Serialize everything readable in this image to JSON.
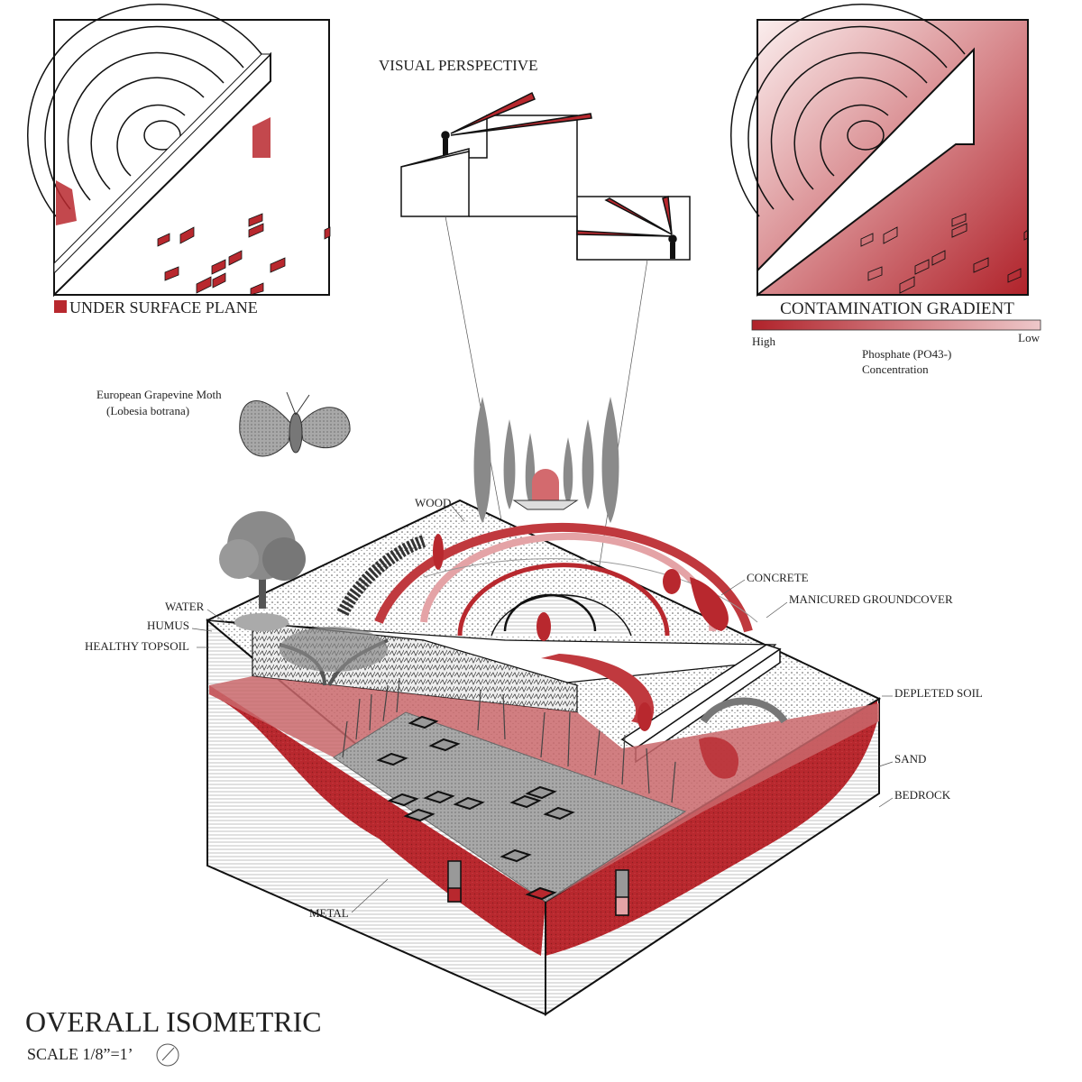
{
  "colors": {
    "accent_red": "#b8282e",
    "light_red": "#e4a3a6",
    "gray": "#9a9a9a",
    "ink": "#111111"
  },
  "panels": {
    "under_surface": {
      "legend_label": "UNDER SURFACE PLANE"
    },
    "visual_perspective": {
      "title": "VISUAL PERSPECTIVE"
    },
    "contamination": {
      "title": "CONTAMINATION GRADIENT",
      "high_label": "High",
      "low_label": "Low",
      "measure_line1": "Phosphate (PO43-)",
      "measure_line2": "Concentration"
    }
  },
  "moth": {
    "common_name": "European Grapevine Moth",
    "latin_name": "(Lobesia botrana)"
  },
  "labels": {
    "wood": "WOOD",
    "concrete": "CONCRETE",
    "groundcover": "MANICURED GROUNDCOVER",
    "water": "WATER",
    "humus": "HUMUS",
    "topsoil": "HEALTHY TOPSOIL",
    "depleted": "DEPLETED SOIL",
    "sand": "SAND",
    "bedrock": "BEDROCK",
    "metal": "METAL"
  },
  "footer": {
    "title": "OVERALL ISOMETRIC",
    "scale": "SCALE  1/8”=1’"
  }
}
